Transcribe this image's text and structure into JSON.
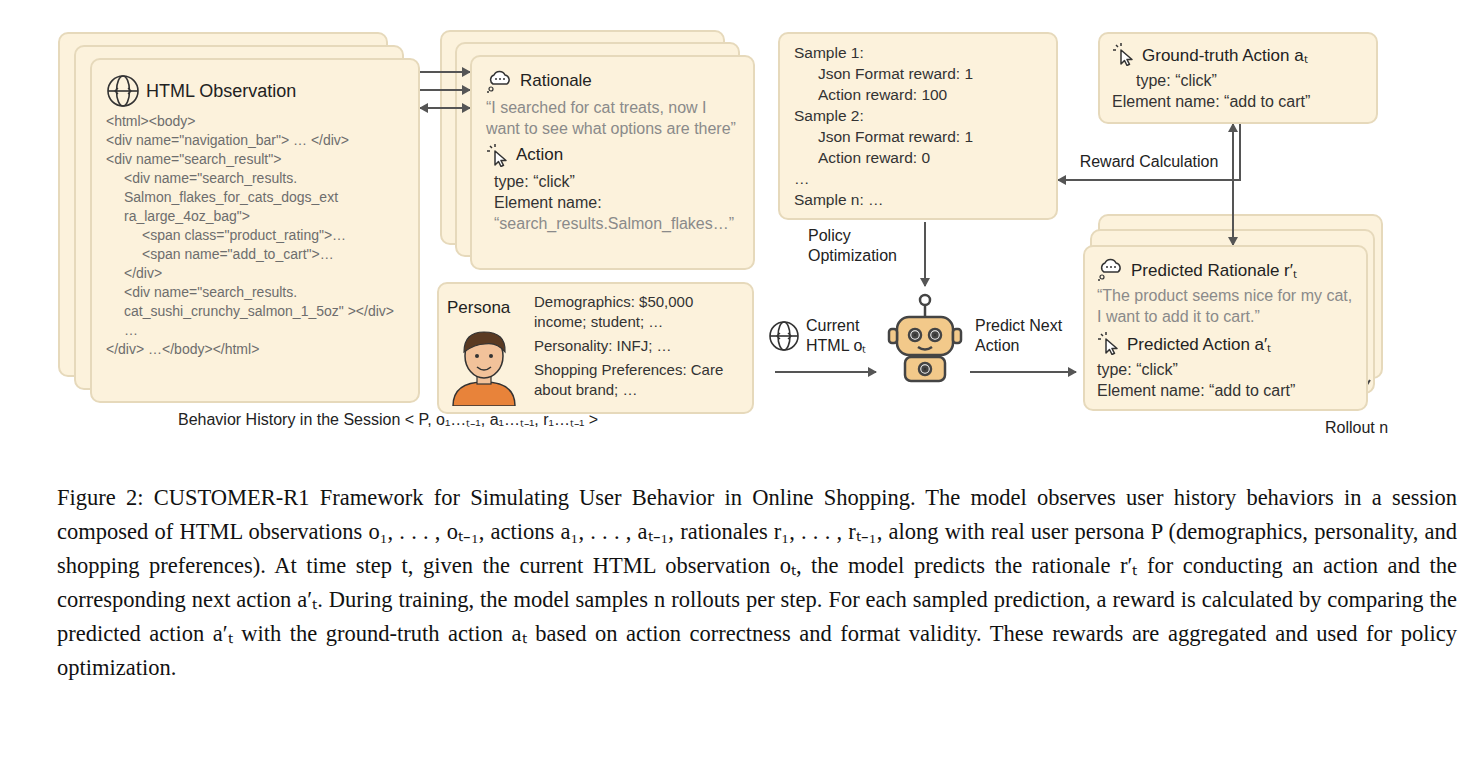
{
  "diagram": {
    "caption": "Figure 2: CUSTOMER-R1 Framework for Simulating User Behavior in Online Shopping. The model observes user history behaviors in a session composed of HTML observations o₁, . . . , oₜ₋₁, actions a₁, . . . , aₜ₋₁, rationales r₁, . . . , rₜ₋₁, along with real user persona P (demographics, personality, and shopping preferences). At time step t, given the current HTML observation oₜ, the model predicts the rationale r′ₜ for conducting an action and the corresponding next action a′ₜ. During training, the model samples n rollouts per step. For each sampled prediction, a reward is calculated by comparing the predicted action a′ₜ with the ground-truth action aₜ based on action correctness and format validity. These rewards are aggregated and used for policy optimization.",
    "nodes": [
      {
        "text": [
          "HTML Observation",
          "<html><body>",
          "<div name=\"navigation_bar\"> … </div>",
          "<div name=\"search_result\">",
          "<div name=\"search_results. Salmon_flakes_for_cats_dogs_ext ra_large_4oz_bag\">",
          "<span class=\"product_rating\">…",
          "<span name=\"add_to_cart\">…",
          "</div>",
          "<div name=\"search_results. cat_sushi_crunchy_salmon_1_5oz\" ></div> …",
          "</div> …</body></html>"
        ]
      },
      {
        "text": [
          "Rationale",
          "“I searched for cat treats, now I want to see what options are there”",
          "Action",
          "type: “click”",
          "Element name:",
          "“search_results.Salmon_flakes…”"
        ]
      },
      {
        "text": [
          "Persona",
          "Demographics: $50,000 income; student; …",
          "Personality: INFJ; …",
          "Shopping Preferences: Care about brand; …"
        ]
      },
      {
        "text": [
          "Sample 1:",
          "Json Format reward: 1",
          "Action reward: 100",
          "Sample 2:",
          "Json Format reward: 1",
          "Action reward: 0",
          "…",
          "Sample n: …"
        ]
      },
      {
        "text": [
          "Ground-truth Action aₜ",
          "type: “click”",
          "Element name: “add to cart”"
        ]
      },
      {
        "text": [
          "Predicted Rationale r′ₜ",
          "“The product seems nice for my cat, I want to add it to cart.”",
          "Predicted Action a′ₜ",
          "type: “click”",
          "Element name: “add to cart”"
        ]
      }
    ],
    "edges": [
      {
        "from": 0,
        "to": 1,
        "arrow": "to"
      },
      {
        "from": 0,
        "to": 1,
        "arrow": "to"
      },
      {
        "from": 0,
        "to": 1,
        "arrow": "both"
      },
      {
        "from": 4,
        "to": 5,
        "arrow": "both"
      },
      {
        "from": 4,
        "to": 3,
        "arrow": "to",
        "label": "Reward Calculation"
      }
    ],
    "labels": [
      "Behavior History in the Session < P, o₁…ₜ₋₁, a₁…ₜ₋₁, r₁…ₜ₋₁ >",
      "Policy Optimization",
      "Current HTML oₜ",
      "Predict Next Action",
      "Rollout n"
    ]
  }
}
